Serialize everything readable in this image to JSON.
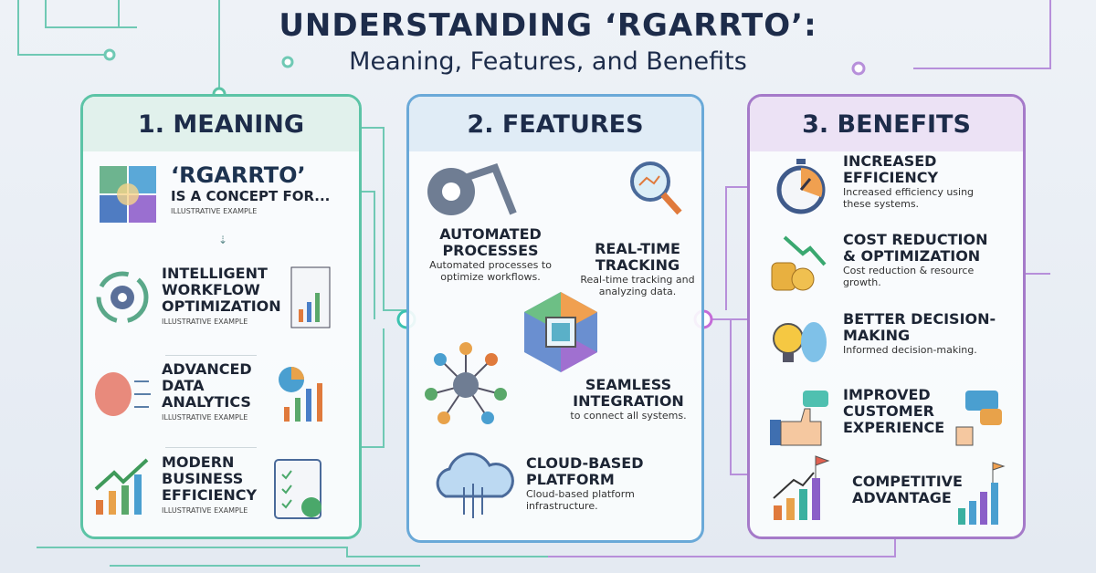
{
  "title": "UNDERSTANDING ‘RGARRTO’:",
  "subtitle": "Meaning, Features, and Benefits",
  "colors": {
    "meaning": "#5cc4a6",
    "features": "#6aa9d8",
    "benefits": "#a57ac9",
    "text": "#1d2c4a"
  },
  "meaning": {
    "heading": "1. MEANING",
    "concept": {
      "name": "‘RGARRTO’",
      "line": "IS A CONCEPT FOR...",
      "note": "ILLUSTRATIVE EXAMPLE",
      "icon": "puzzle-icon"
    },
    "items": [
      {
        "title": "INTELLIGENT WORKFLOW OPTIMIZATION",
        "note": "ILLUSTRATIVE EXAMPLE",
        "icon": "gear-cycle-icon"
      },
      {
        "title": "ADVANCED DATA ANALYTICS",
        "note": "ILLUSTRATIVE EXAMPLE",
        "icon": "brain-icon"
      },
      {
        "title": "MODERN BUSINESS EFFICIENCY",
        "note": "ILLUSTRATIVE EXAMPLE",
        "icon": "growth-chart-icon"
      }
    ]
  },
  "features": {
    "heading": "2. FEATURES",
    "items": [
      {
        "title": "AUTOMATED PROCESSES",
        "desc": "Automated processes to optimize workflows.",
        "icon": "robot-arm-gear-icon"
      },
      {
        "title": "REAL-TIME TRACKING",
        "desc": "Real-time tracking and analyzing data.",
        "icon": "magnifier-icon"
      },
      {
        "title": "SEAMLESS INTEGRATION",
        "desc": "to connect all systems.",
        "icon": "network-gear-icon"
      },
      {
        "title": "CLOUD-BASED PLATFORM",
        "desc": "Cloud-based platform infrastructure.",
        "icon": "cloud-icon"
      }
    ]
  },
  "benefits": {
    "heading": "3. BENEFITS",
    "items": [
      {
        "title": "INCREASED EFFICIENCY",
        "desc": "Increased efficiency using these systems.",
        "icon": "stopwatch-icon"
      },
      {
        "title": "COST REDUCTION & OPTIMIZATION",
        "desc": "Cost reduction & resource growth.",
        "icon": "coins-icon"
      },
      {
        "title": "BETTER DECISION-MAKING",
        "desc": "Informed decision-making.",
        "icon": "lightbulb-brain-icon"
      },
      {
        "title": "IMPROVED CUSTOMER EXPERIENCE",
        "desc": "",
        "icon": "thumbs-up-icon"
      },
      {
        "title": "COMPETITIVE ADVANTAGE",
        "desc": "",
        "icon": "bar-chart-flag-icon"
      }
    ]
  }
}
